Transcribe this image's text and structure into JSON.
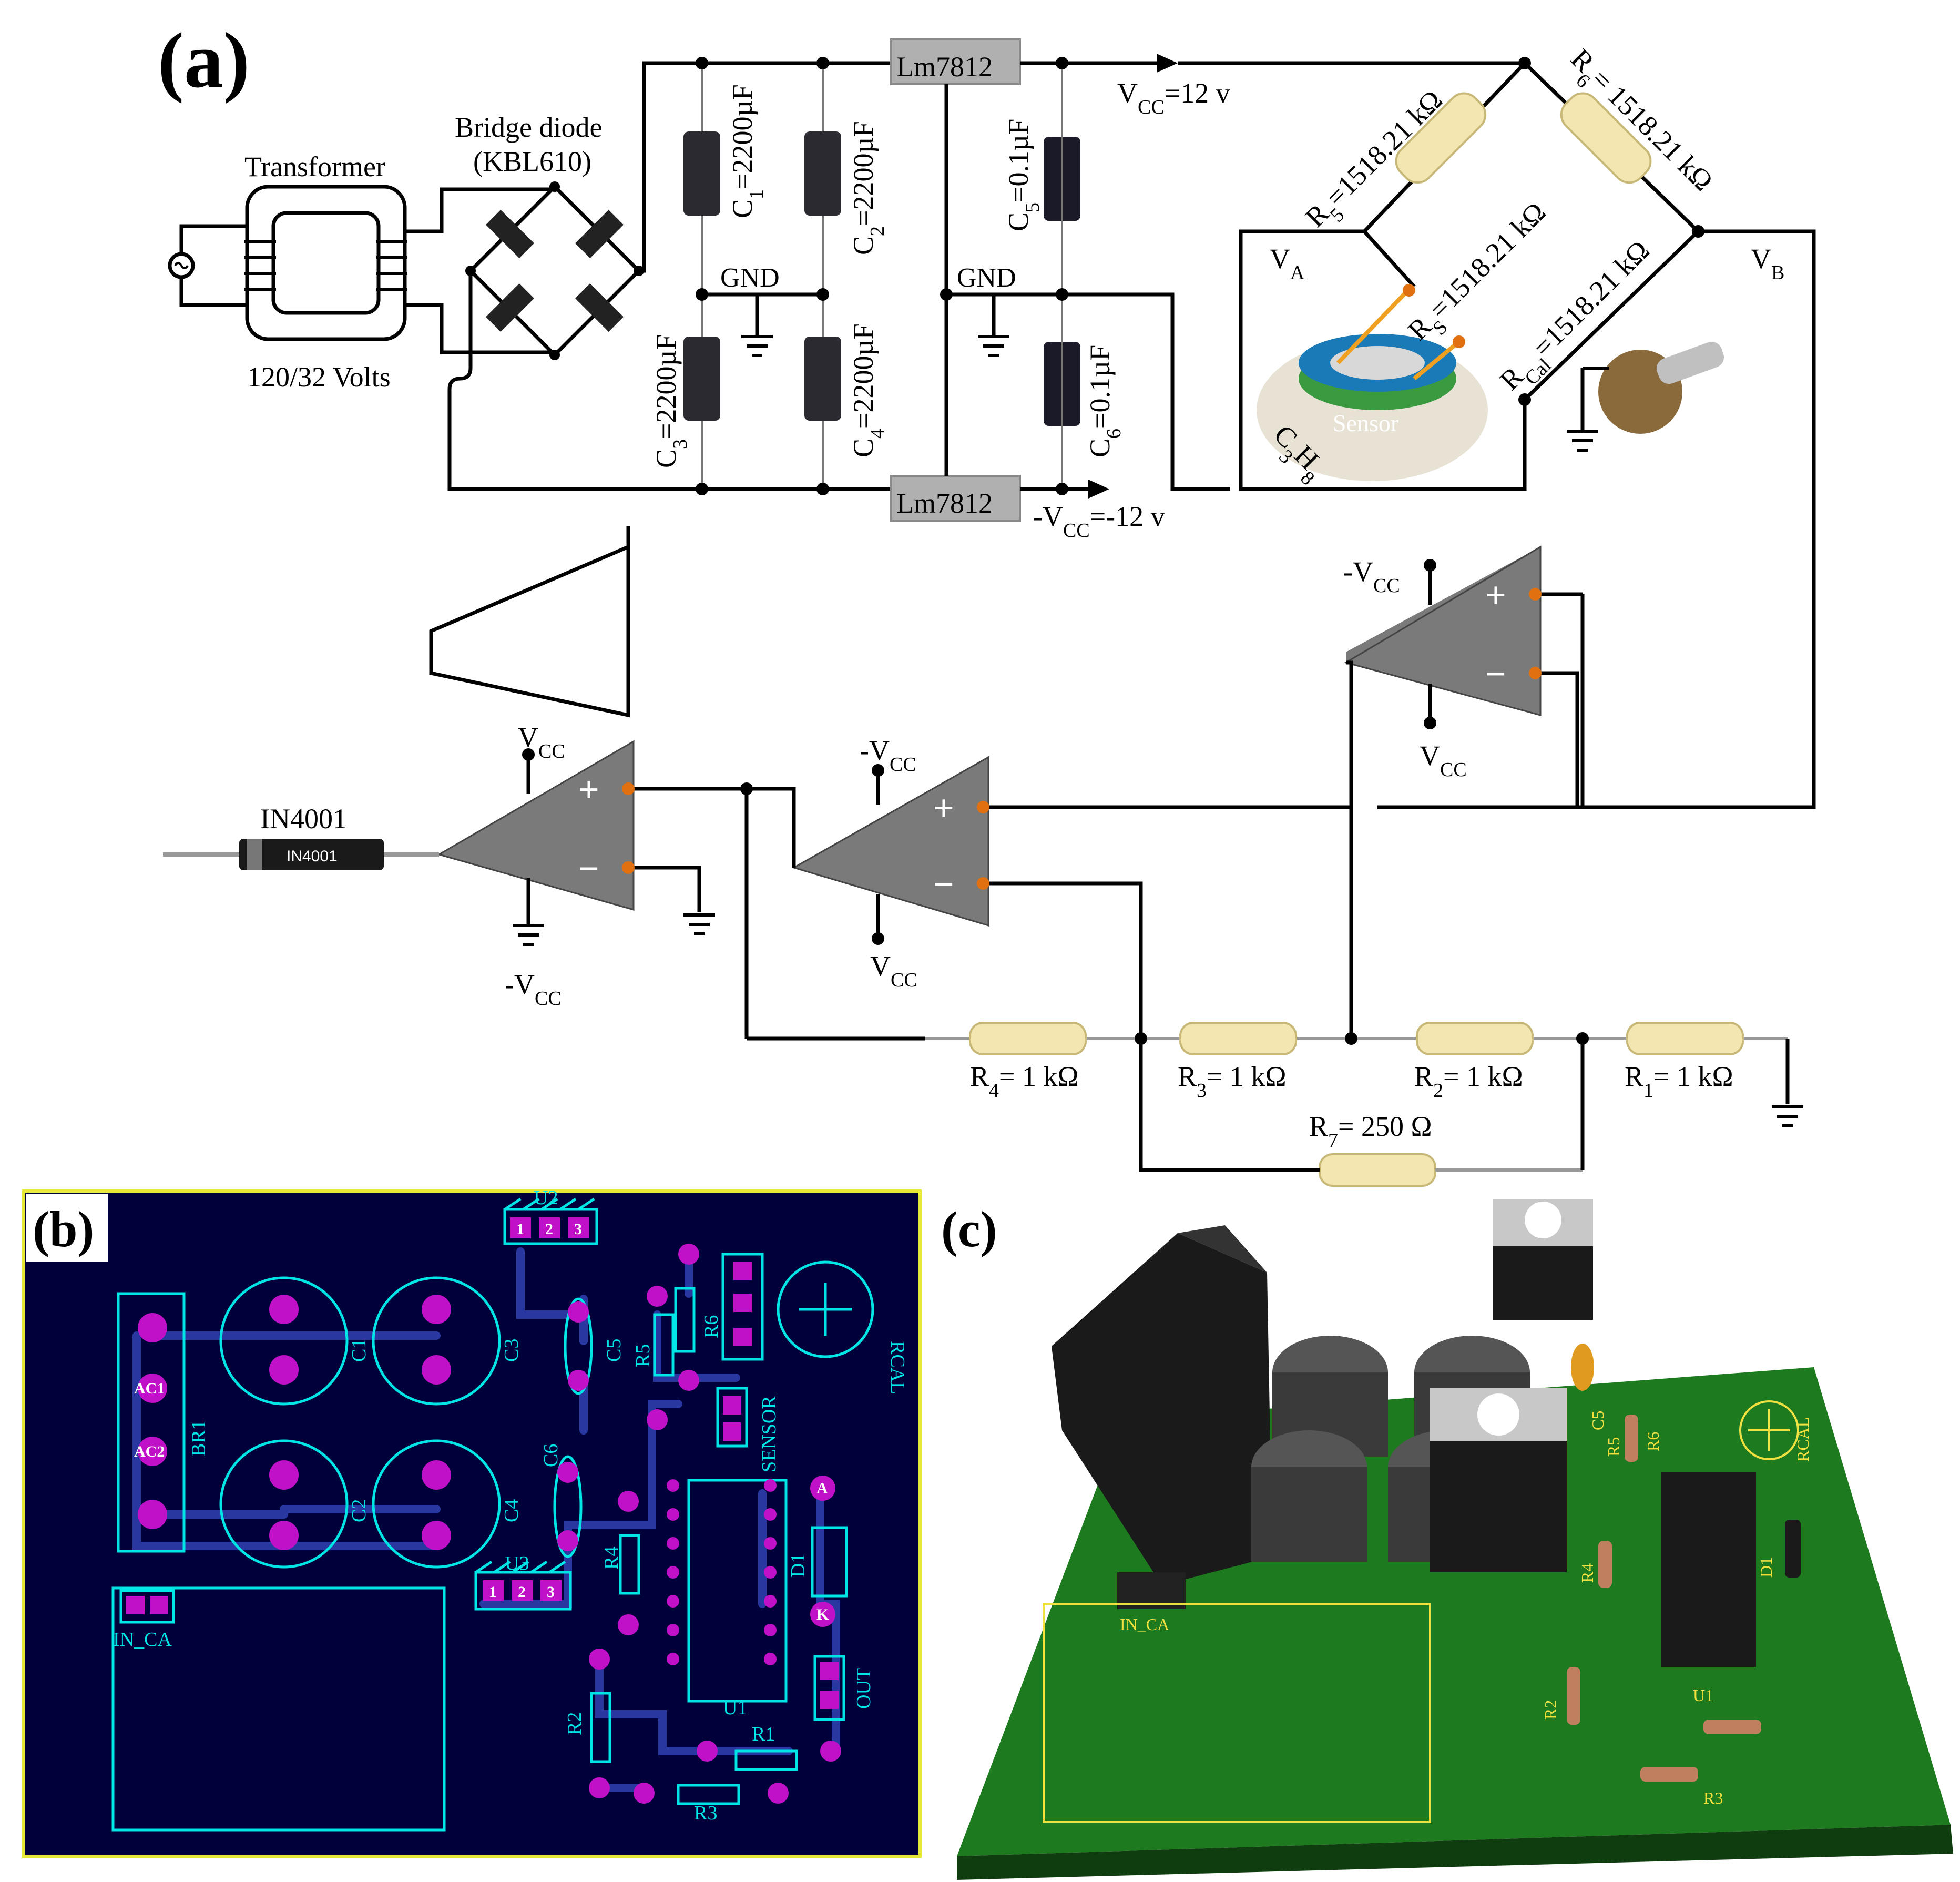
{
  "panels": {
    "a": "(a)",
    "b": "(b)",
    "c": "(c)"
  },
  "schematic": {
    "transformer": {
      "name": "Transformer",
      "rating": "120/32 Volts"
    },
    "bridge": {
      "line1": "Bridge diode",
      "line2": "(KBL610)"
    },
    "regulators": {
      "top": "Lm7812",
      "bottom": "Lm7812"
    },
    "caps": {
      "c1": {
        "sym": "C",
        "sub": "1",
        "val": "=2200µF"
      },
      "c2": {
        "sym": "C",
        "sub": "2",
        "val": "=2200µF"
      },
      "c3": {
        "sym": "C",
        "sub": "3",
        "val": "=2200µF"
      },
      "c4": {
        "sym": "C",
        "sub": "4",
        "val": "=2200µF"
      },
      "c5": {
        "sym": "C",
        "sub": "5",
        "val": "=0.1µF"
      },
      "c6": {
        "sym": "C",
        "sub": "6",
        "val": "=0.1µF"
      }
    },
    "gnd": "GND",
    "vcc_pos": {
      "sym": "V",
      "sub": "CC",
      "val": "=12 v"
    },
    "vcc_neg": {
      "sym": "-V",
      "sub": "CC",
      "val": "=-12 v"
    },
    "bridge_resistors": {
      "r5": {
        "sym": "R",
        "sub": "5",
        "val": "=1518.21 kΩ"
      },
      "r6": {
        "sym": "R",
        "sub": "6",
        "val": "= 1518.21 kΩ"
      },
      "rs": {
        "sym": "R",
        "sub": "S",
        "val": "=1518.21 kΩ"
      },
      "rcal": {
        "sym": "R",
        "sub": "Cal",
        "val": "=1518.21 kΩ"
      }
    },
    "nodes": {
      "va": {
        "sym": "V",
        "sub": "A"
      },
      "vb": {
        "sym": "V",
        "sub": "B"
      }
    },
    "sensor": {
      "label": "Sensor",
      "gas_c": "C",
      "gas_c_sub": "3",
      "gas_h": "H",
      "gas_h_sub": "8"
    },
    "opamp_labels": {
      "vcc": {
        "sym": "V",
        "sub": "CC"
      },
      "neg_vcc": {
        "sym": "-V",
        "sub": "CC"
      },
      "plus": "+",
      "minus": "−"
    },
    "diode": {
      "label": "IN4001",
      "body": "IN4001"
    },
    "ladder": {
      "r4": {
        "sym": "R",
        "sub": "4",
        "val": "= 1 kΩ"
      },
      "r3": {
        "sym": "R",
        "sub": "3",
        "val": "= 1 kΩ"
      },
      "r2": {
        "sym": "R",
        "sub": "2",
        "val": "= 1 kΩ"
      },
      "r1": {
        "sym": "R",
        "sub": "1",
        "val": "= 1 kΩ"
      },
      "r7": {
        "sym": "R",
        "sub": "7",
        "val": "= 250 Ω"
      }
    }
  },
  "pcb_layout": {
    "refs": {
      "u2": "U2",
      "u3": "U3",
      "u1": "U1",
      "br1": "BR1",
      "c1": "C1",
      "c2": "C2",
      "c3": "C3",
      "c4": "C4",
      "c5": "C5",
      "c6": "C6",
      "r1": "R1",
      "r2": "R2",
      "r3": "R3",
      "r4": "R4",
      "r5": "R5",
      "r6": "R6",
      "rcal": "RCAL",
      "sensor": "SENSOR",
      "d1": "D1",
      "out": "OUT",
      "in_ca": "IN_CA"
    },
    "pads": {
      "ac1": "AC1",
      "ac2": "AC2",
      "a": "A",
      "k": "K",
      "one": "1",
      "two": "2",
      "three": "3"
    },
    "colors": {
      "board": "#00003a",
      "outline": "#e8e838",
      "silk": "#00e5e5",
      "pad": "#c010c8",
      "trace": "#2838a0"
    }
  },
  "pcb_3d": {
    "refs": {
      "in_ca": "IN_CA",
      "u1": "U1",
      "r2": "R2",
      "r3": "R3",
      "r4": "R4",
      "r5": "R5",
      "r6": "R6",
      "d1": "D1",
      "c5": "C5",
      "rcal": "RCAL"
    },
    "colors": {
      "board": "#1e7a1e",
      "board_edge": "#0f3d0f",
      "silk": "#f0e040"
    }
  }
}
